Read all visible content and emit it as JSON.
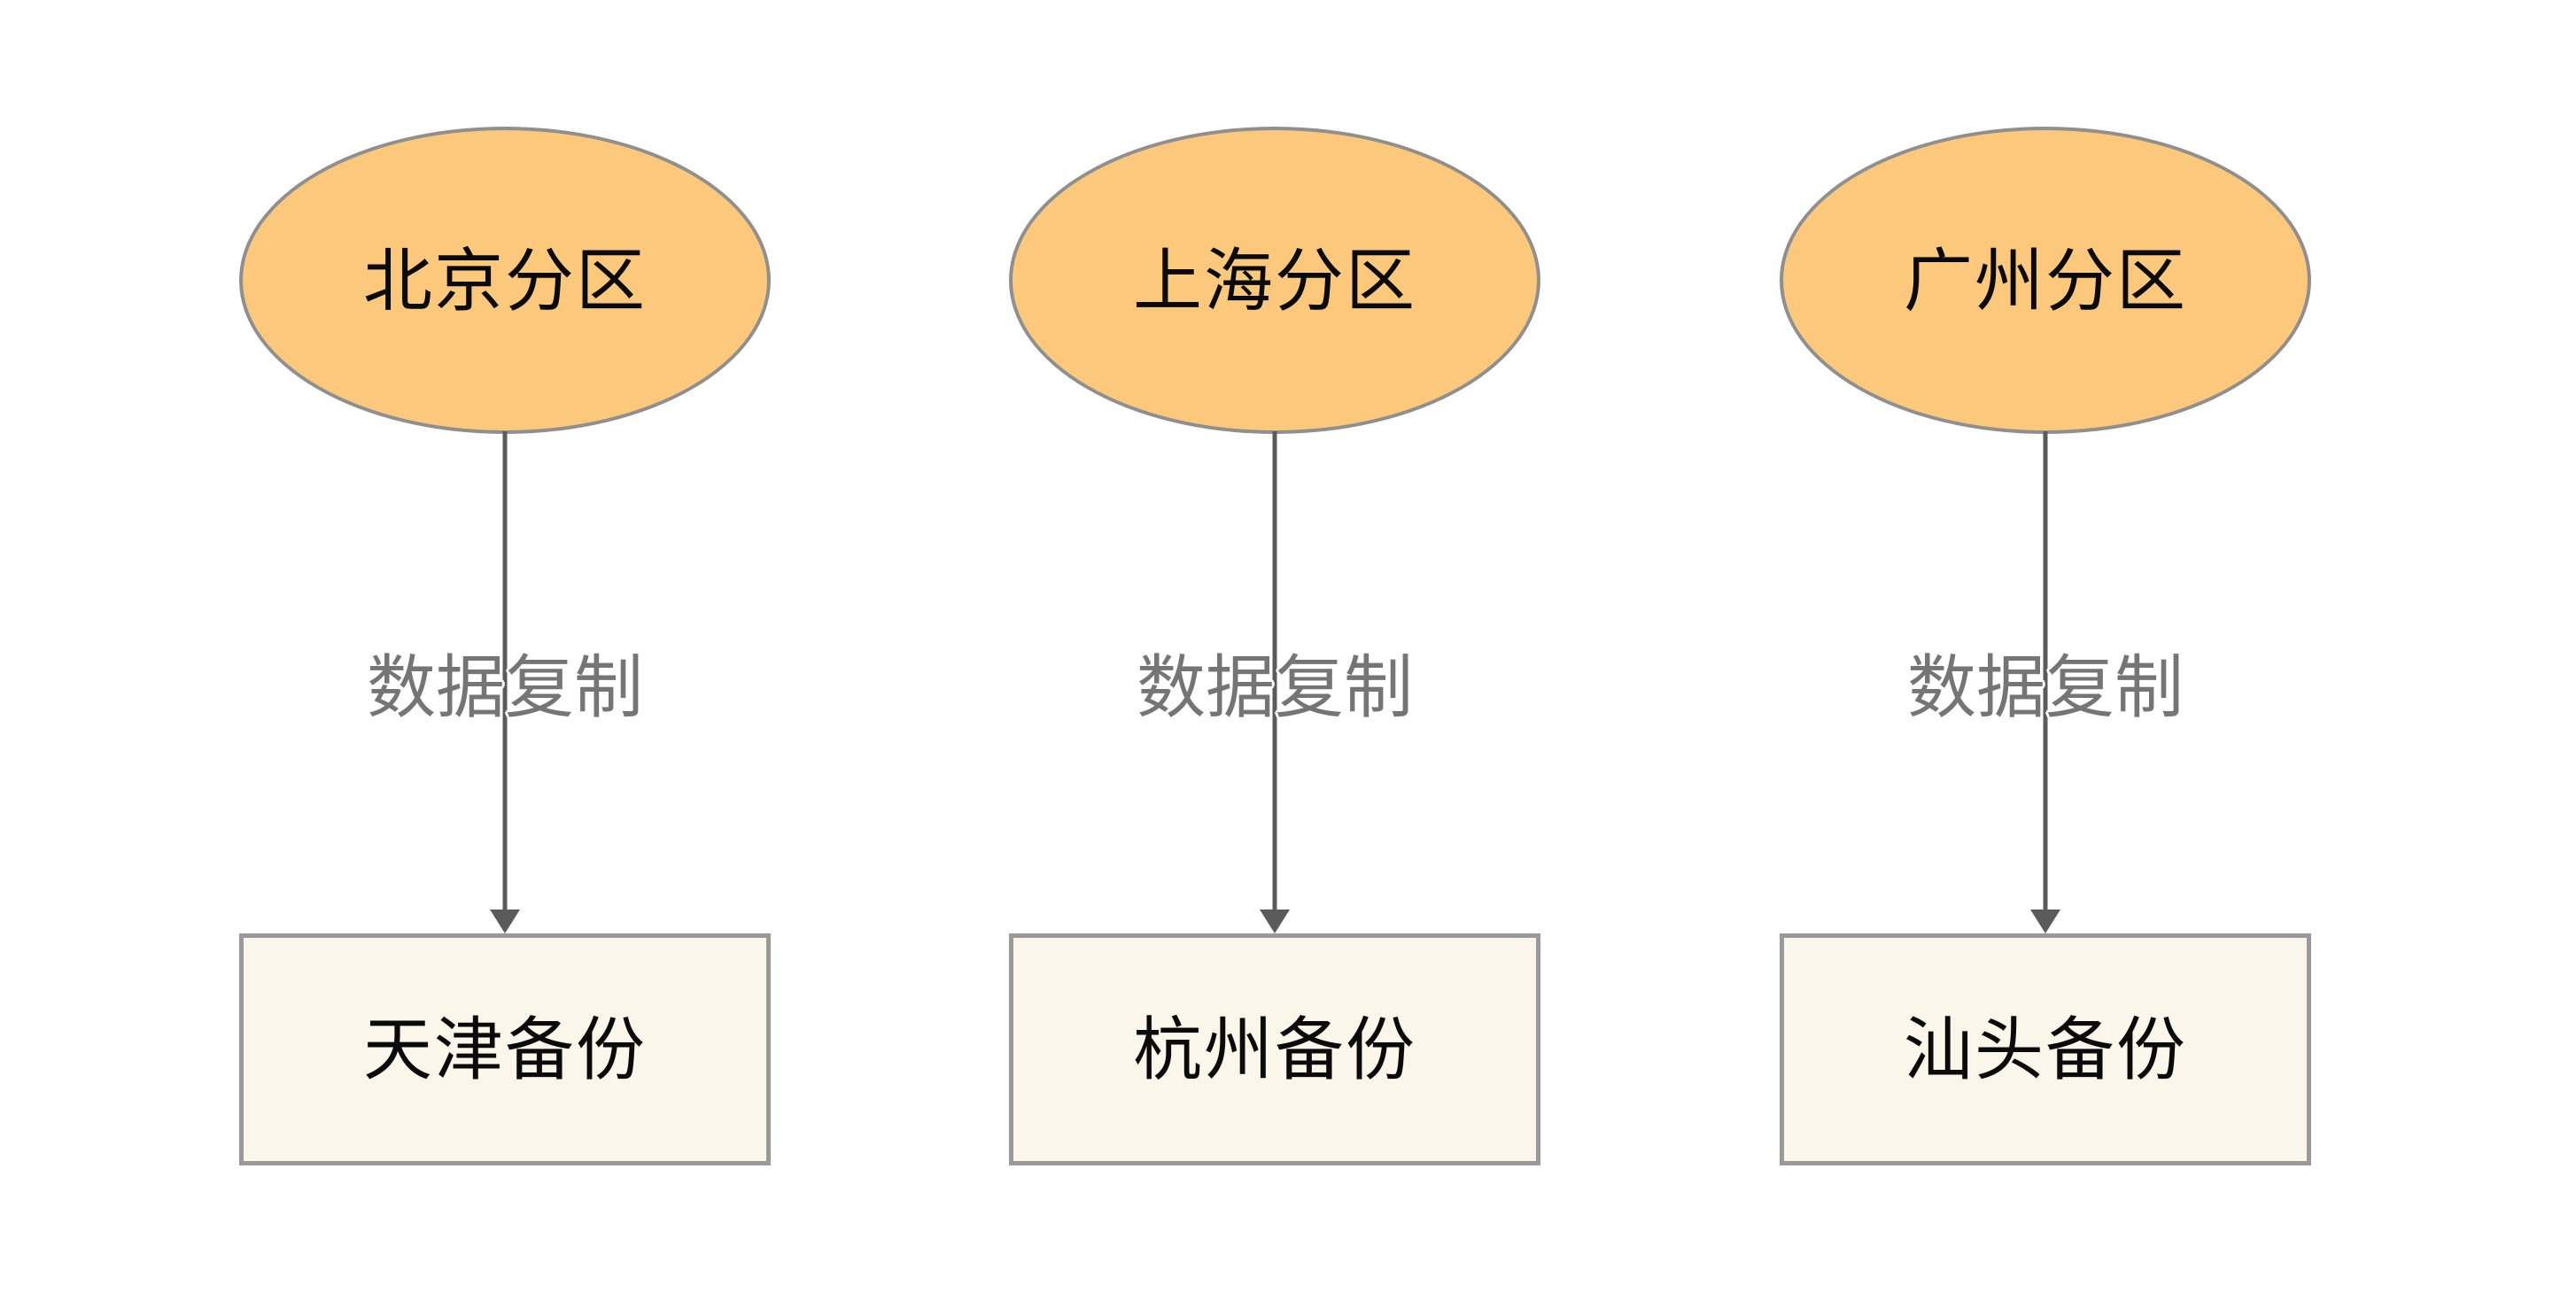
{
  "diagram": {
    "type": "replication-flow",
    "background_color": "#ffffff",
    "source_node_fill": "#FBC87C",
    "source_node_border": "#8F8F8F",
    "target_node_fill": "#FAF6EA",
    "target_node_border": "#999999",
    "arrow_color": "#5B5B5B",
    "edge_label_color": "#757575",
    "node_text_color": "#0a0a0a",
    "columns": [
      {
        "source": "北京分区",
        "edge_label": "数据复制",
        "target": "天津备份"
      },
      {
        "source": "上海分区",
        "edge_label": "数据复制",
        "target": "杭州备份"
      },
      {
        "source": "广州分区",
        "edge_label": "数据复制",
        "target": "汕头备份"
      }
    ]
  }
}
